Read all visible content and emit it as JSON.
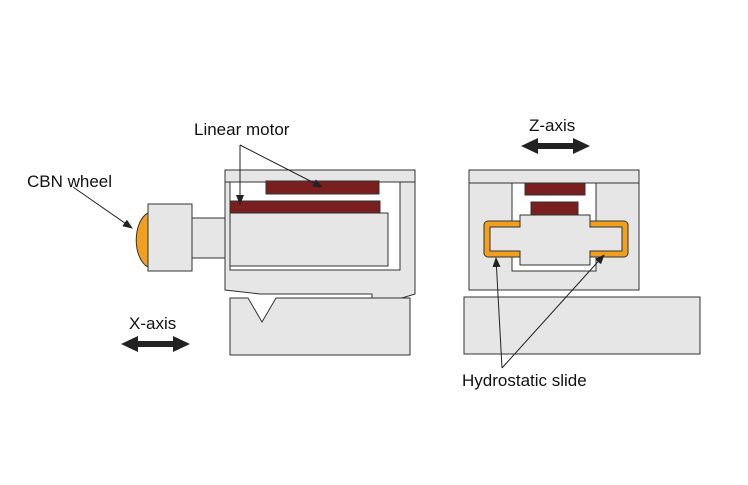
{
  "labels": {
    "linear_motor": "Linear motor",
    "cbn_wheel": "CBN wheel",
    "x_axis": "X-axis",
    "z_axis": "Z-axis",
    "hydrostatic_slide": "Hydrostatic slide"
  },
  "colors": {
    "part_fill": "#e6e6e6",
    "outline": "#333333",
    "motor_magnet": "#7a1f1f",
    "cbn_wheel": "#f0a01e",
    "hydrostatic_oil": "#f0a01e",
    "arrow": "#222222"
  }
}
